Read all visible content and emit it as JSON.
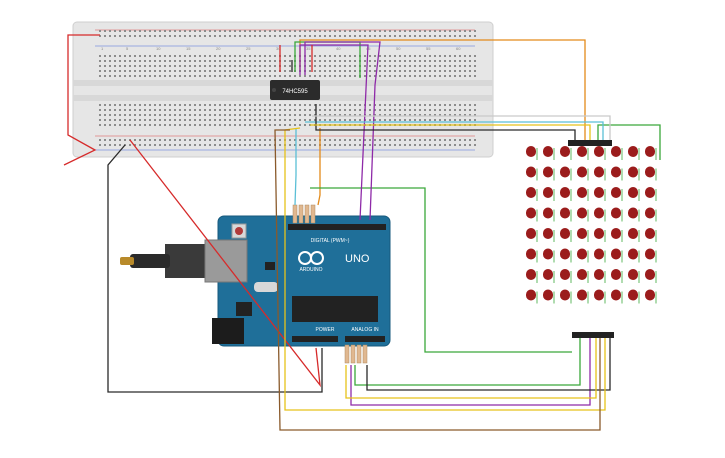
{
  "shift_register": {
    "part_label": "74HC595"
  },
  "arduino": {
    "brand": "ARDUINO",
    "model": "UNO",
    "digital_header_label": "DIGITAL (PWM~)",
    "power_header_label": "POWER",
    "analog_header_label": "ANALOG IN"
  },
  "breadboard": {
    "column_numbers": [
      "1",
      "5",
      "10",
      "15",
      "20",
      "25",
      "30",
      "35",
      "40",
      "45",
      "50",
      "55",
      "60"
    ]
  },
  "led_matrix": {
    "rows": 8,
    "cols": 8,
    "led_color": "#9b1c1c"
  },
  "wire_colors": {
    "red": "#d62b2b",
    "black": "#2a2a2a",
    "orange": "#e38a1a",
    "yellow": "#e6c21a",
    "green": "#3aa83a",
    "purple": "#8e2aa8",
    "cyan": "#5bbfd6",
    "brown": "#8a5a2b",
    "white": "#c9c9c9"
  },
  "colors": {
    "arduino_board": "#1f6f99",
    "breadboard": "#e8e8e8",
    "chip": "#2b2b2b"
  }
}
